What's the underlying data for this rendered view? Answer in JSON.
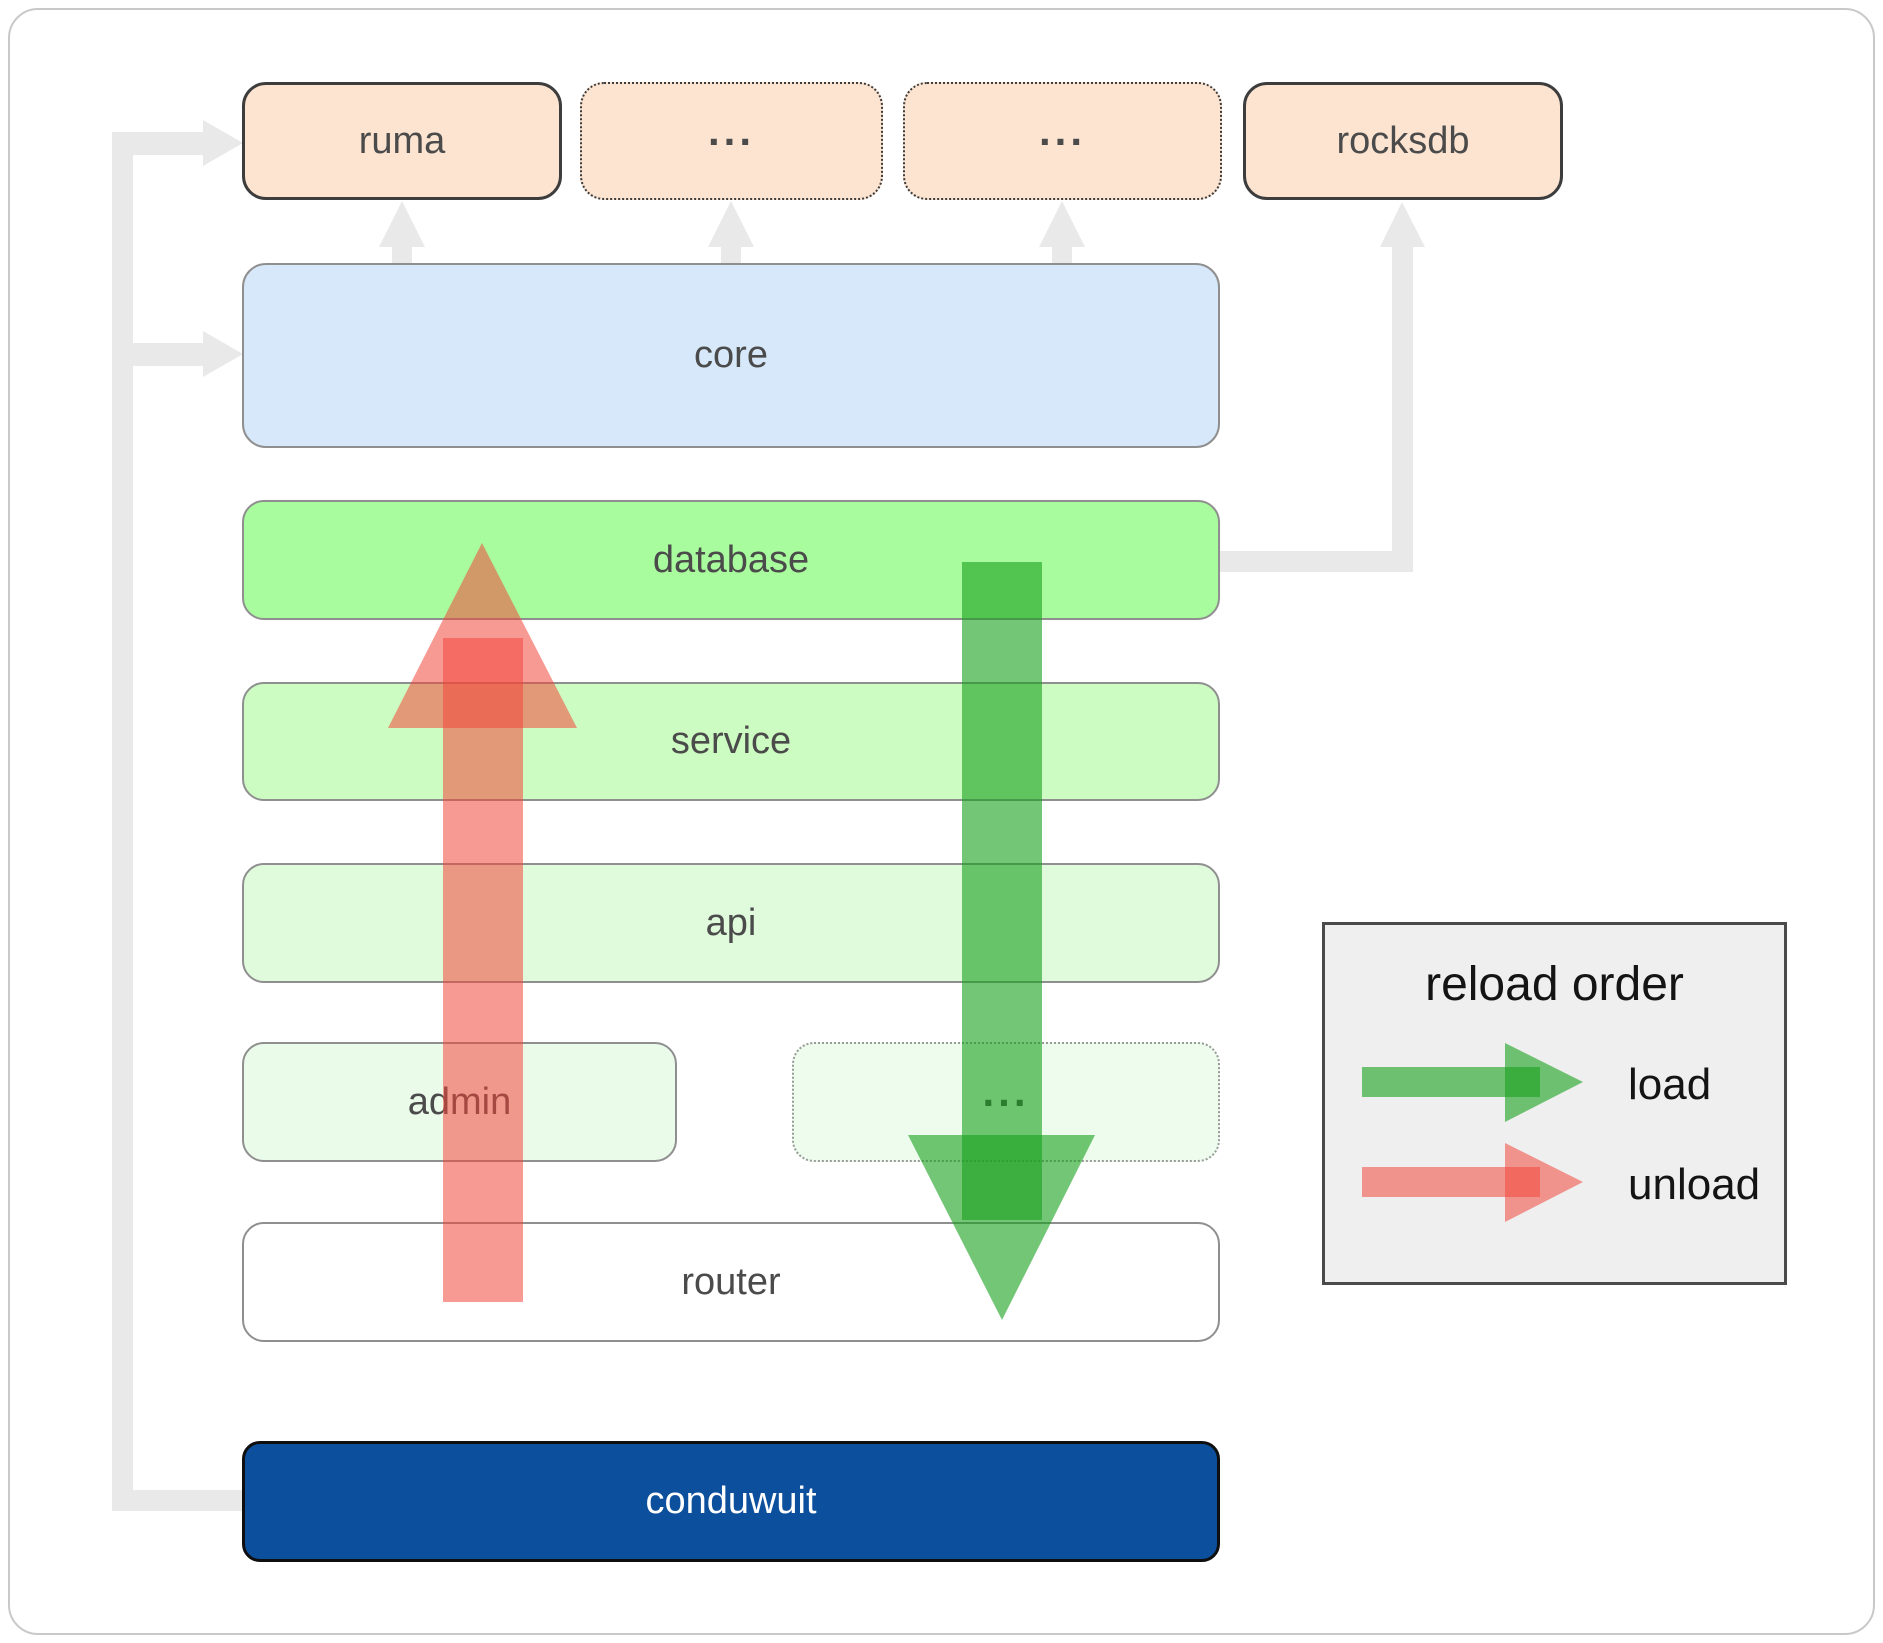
{
  "diagram": {
    "top_row": [
      {
        "label": "ruma"
      },
      {
        "label": "..."
      },
      {
        "label": "..."
      },
      {
        "label": "rocksdb"
      }
    ],
    "layers": {
      "core": "core",
      "database": "database",
      "service": "service",
      "api": "api",
      "admin": "admin",
      "admin_ellipsis": "...",
      "router": "router",
      "conduwuit": "conduwuit"
    },
    "legend": {
      "title": "reload order",
      "items": [
        {
          "label": "load"
        },
        {
          "label": "unload"
        }
      ]
    },
    "colors": {
      "load_arrow": "#18a01d",
      "unload_arrow": "#f2473c",
      "connector_gray": "#e9e9e9",
      "peach_box": "#fce4d1",
      "core_blue": "#d6e8f9",
      "database_green": "#a8fc9d",
      "service_green": "#cdfcc2",
      "api_green": "#dffbdc",
      "admin_green": "#eafbea",
      "conduwuit_navy": "#0c4f9c",
      "legend_bg": "#efefef"
    }
  }
}
